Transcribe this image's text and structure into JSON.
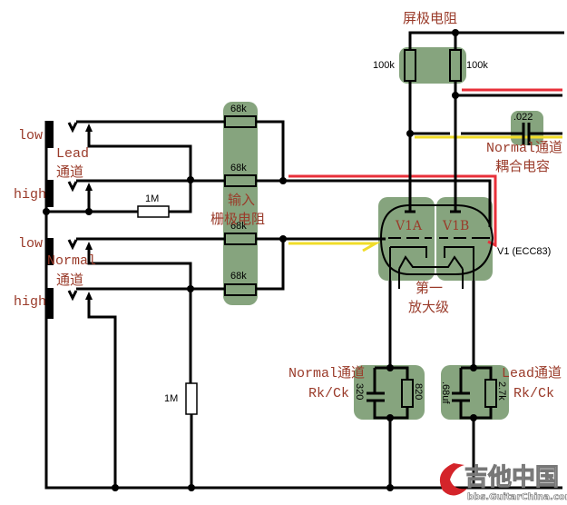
{
  "diagram": {
    "title": "屏极电阻",
    "jacks": {
      "lead_low": "low",
      "lead_high": "high",
      "normal_low": "low",
      "normal_high": "high",
      "lead_label_1": "Lead",
      "lead_label_2": "通道",
      "normal_label_1": "Normal",
      "normal_label_2": "通道"
    },
    "input_resistors": {
      "values": [
        "68k",
        "68k",
        "68k",
        "68k"
      ],
      "label_1": "输入",
      "label_2": "栅极电阻"
    },
    "lead_1M": "1M",
    "ground_1M": "1M",
    "plate_resistors": {
      "left": "100k",
      "right": "100k"
    },
    "coupling_cap": {
      "value": ".022",
      "label_1": "Normal通道",
      "label_2": "耦合电容"
    },
    "tube": {
      "a": "V1A",
      "b": "V1B",
      "name": "V1 (ECC83)",
      "stage_1": "第一",
      "stage_2": "放大级"
    },
    "normal_rkck": {
      "cap": "320",
      "res": "820",
      "label_1": "Normal通道",
      "label_2": "Rk/Ck"
    },
    "lead_rkck": {
      "cap": ".68uf",
      "res": "2.7k",
      "label_1": "Lead通道",
      "label_2": "Rk/Ck"
    },
    "watermark": {
      "title": "吉他中国",
      "url": "bbs.GuitarChina.com"
    },
    "colors": {
      "pad": "#86a47e",
      "wire": "#000000",
      "red_signal": "#e8303a",
      "yellow_signal": "#f0dc28",
      "label": "#9a3b2a"
    }
  }
}
